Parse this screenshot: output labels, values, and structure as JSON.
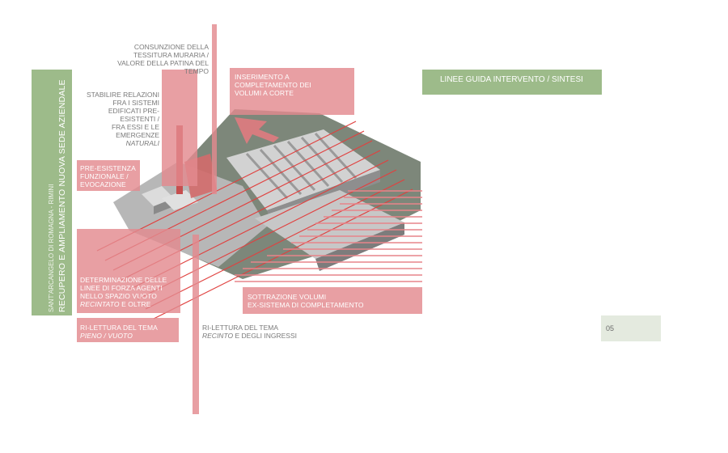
{
  "sidebar": {
    "location": "SANT'ARCANGELO DI ROMAGNA - RIMINI",
    "project": "RECUPERO E AMPLIAMENTO NUOVA SEDE AZIENDALE"
  },
  "header": {
    "title": "LINEE GUIDA INTERVENTO / SINTESI"
  },
  "page_number": "05",
  "annotations": {
    "consunzione": {
      "line1": "CONSUNZIONE DELLA",
      "line2": "TESSITURA MURARIA /",
      "line3": "VALORE DELLA PATINA DEL TEMPO"
    },
    "inserimento": {
      "line1": "INSERIMENTO A",
      "line2": "COMPLETAMENTO DEI",
      "line3": "VOLUMI A CORTE"
    },
    "relazioni": {
      "line1": "STABILIRE RELAZIONI",
      "line2": "FRA I SISTEMI",
      "line3": "EDIFICATI PRE-",
      "line4": "ESISTENTI /",
      "line5": "FRA ESSI E LE",
      "line6": "EMERGENZE",
      "line7": "NATURALI"
    },
    "preesistenza": {
      "line1": "PRE-ESISTENZA",
      "line2": "FUNZIONALE /",
      "line3": "EVOCAZIONE"
    },
    "determinazione": {
      "line1": "DETERMINAZIONE DELLE",
      "line2": "LINEE DI FORZA AGENTI",
      "line3": "NELLO SPAZIO VUOTO",
      "line4a": "RECINTATO",
      "line4b": "E OLTRE"
    },
    "sottrazione": {
      "line1": "SOTTRAZIONE VOLUMI",
      "line2": "EX-SISTEMA DI COMPLETAMENTO"
    },
    "pieno": {
      "line1": "RI-LETTURA DEL TEMA",
      "line2": "PIENO / VUOTO"
    },
    "recinto": {
      "line1": "RI-LETTURA DEL TEMA",
      "line2a": "RECINTO",
      "line2b": "E DEGLI INGRESSI"
    }
  },
  "colors": {
    "pink": "#e38a8f",
    "green": "#9dbb8a",
    "page_box": "#e4eadf"
  }
}
